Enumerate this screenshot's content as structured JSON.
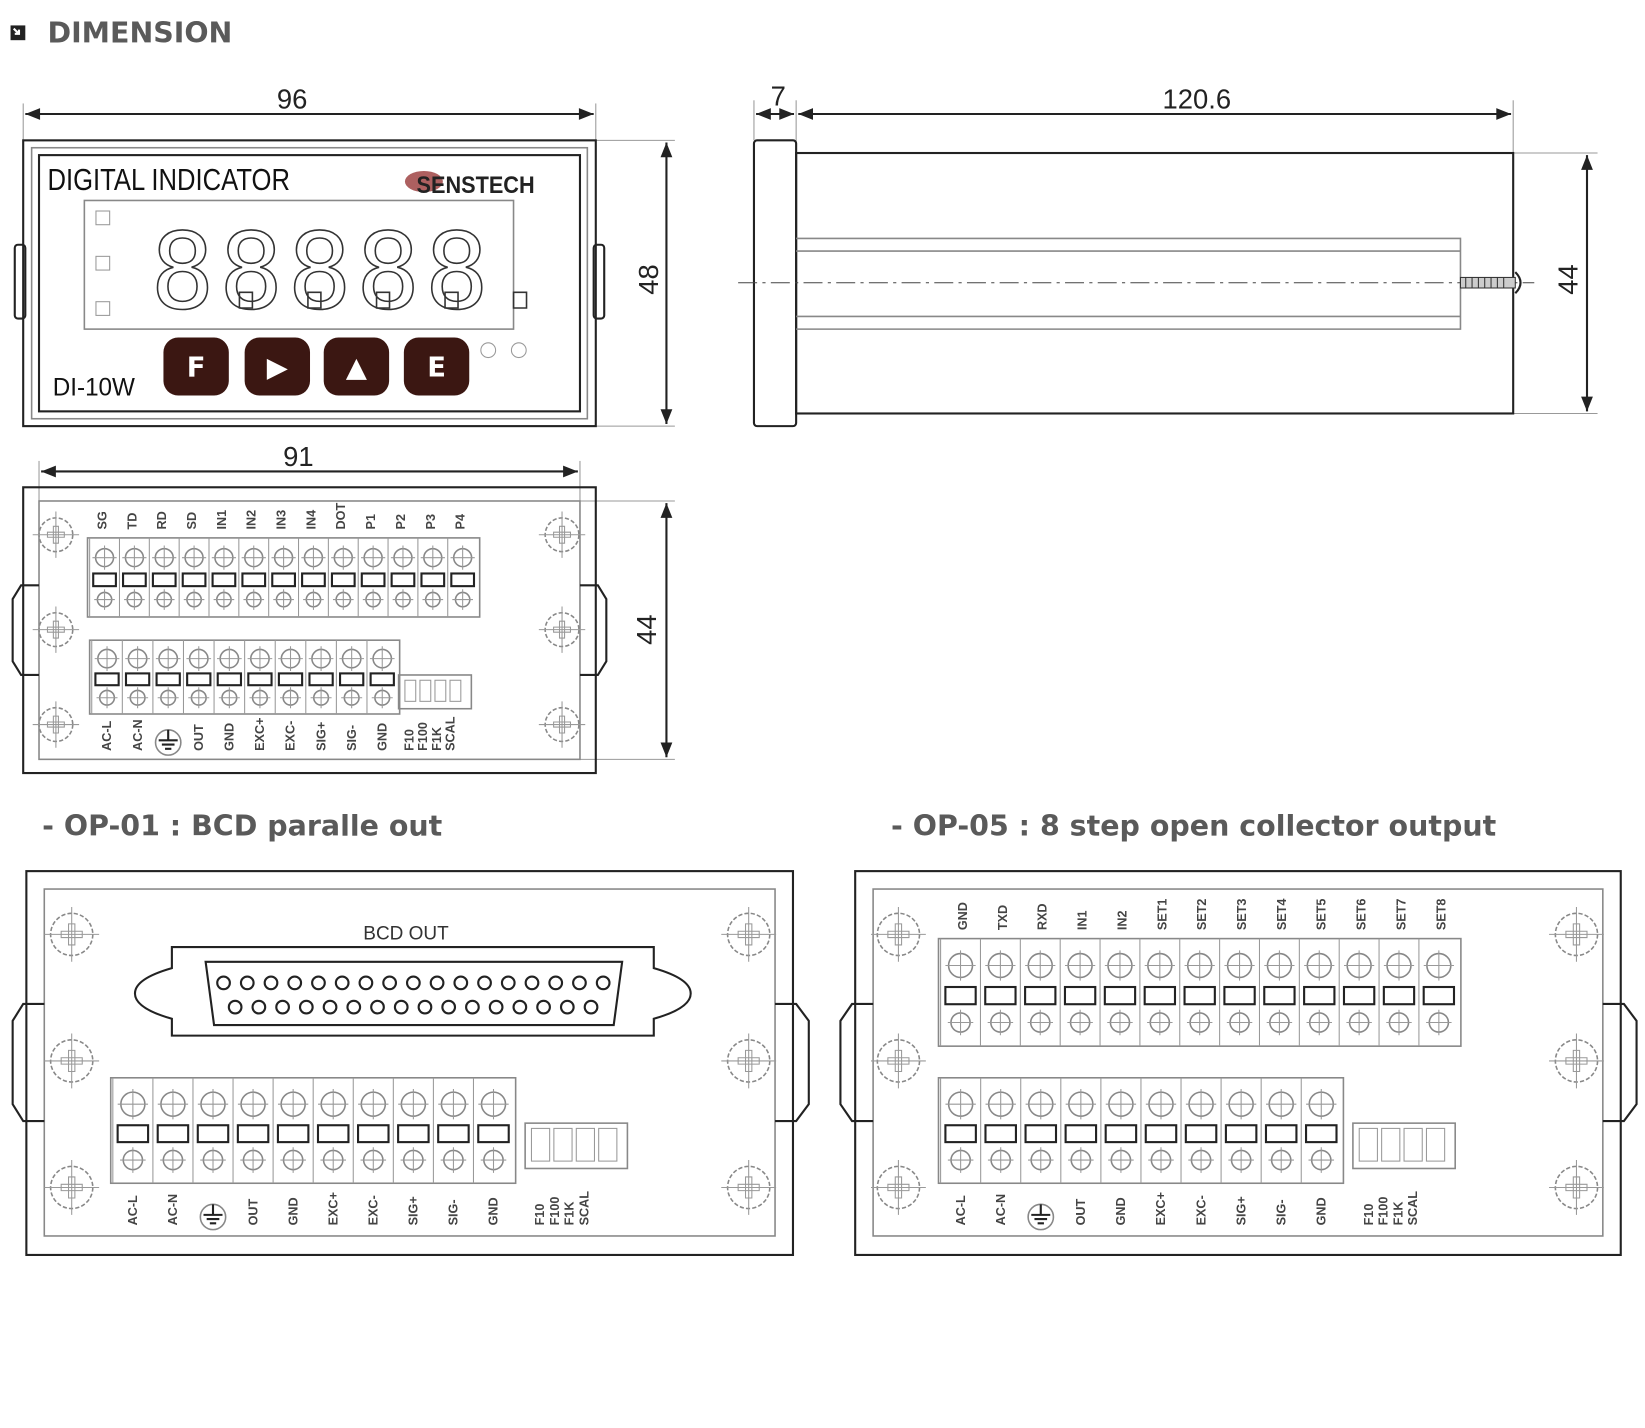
{
  "title": "DIMENSION",
  "front_view": {
    "brand_title": "DIGITAL INDICATOR",
    "logo": "SENSTECH",
    "model": "DI-10W",
    "digits": [
      "8.",
      "8.",
      "8.",
      "8.",
      "8."
    ],
    "buttons": [
      "F",
      "▶",
      "▲",
      "E"
    ],
    "dim_width": "96",
    "dim_height": "48"
  },
  "side_view": {
    "dim_flange": "7",
    "dim_depth": "120.6",
    "dim_height": "44"
  },
  "rear_view": {
    "dim_width": "91",
    "dim_height": "44",
    "top_labels": [
      "SG",
      "TD",
      "RD",
      "SD",
      "IN1",
      "IN2",
      "IN3",
      "IN4",
      "DOT",
      "P1",
      "P2",
      "P3",
      "P4"
    ],
    "bottom_labels": [
      "AC-L",
      "AC-N",
      "",
      "OUT",
      "GND",
      "EXC+",
      "EXC-",
      "SIG+",
      "SIG-",
      "GND"
    ],
    "dip_labels": [
      "F10",
      "F100",
      "F1K",
      "SCAL"
    ]
  },
  "op01": {
    "heading": "- OP-01 : BCD paralle out",
    "connector_label": "BCD OUT",
    "bottom_labels": [
      "AC-L",
      "AC-N",
      "",
      "OUT",
      "GND",
      "EXC+",
      "EXC-",
      "SIG+",
      "SIG-",
      "GND"
    ],
    "dip_labels": [
      "F10",
      "F100",
      "F1K",
      "SCAL"
    ]
  },
  "op05": {
    "heading": "- OP-05 : 8 step open collector output",
    "top_labels": [
      "GND",
      "TXD",
      "RXD",
      "IN1",
      "IN2",
      "SET1",
      "SET2",
      "SET3",
      "SET4",
      "SET5",
      "SET6",
      "SET7",
      "SET8"
    ],
    "bottom_labels": [
      "AC-L",
      "AC-N",
      "",
      "OUT",
      "GND",
      "EXC+",
      "EXC-",
      "SIG+",
      "SIG-",
      "GND"
    ],
    "dip_labels": [
      "F10",
      "F100",
      "F1K",
      "SCAL"
    ]
  },
  "colors": {
    "button": "#3b1712",
    "heading": "#5a5a5a",
    "line": "#222222"
  }
}
